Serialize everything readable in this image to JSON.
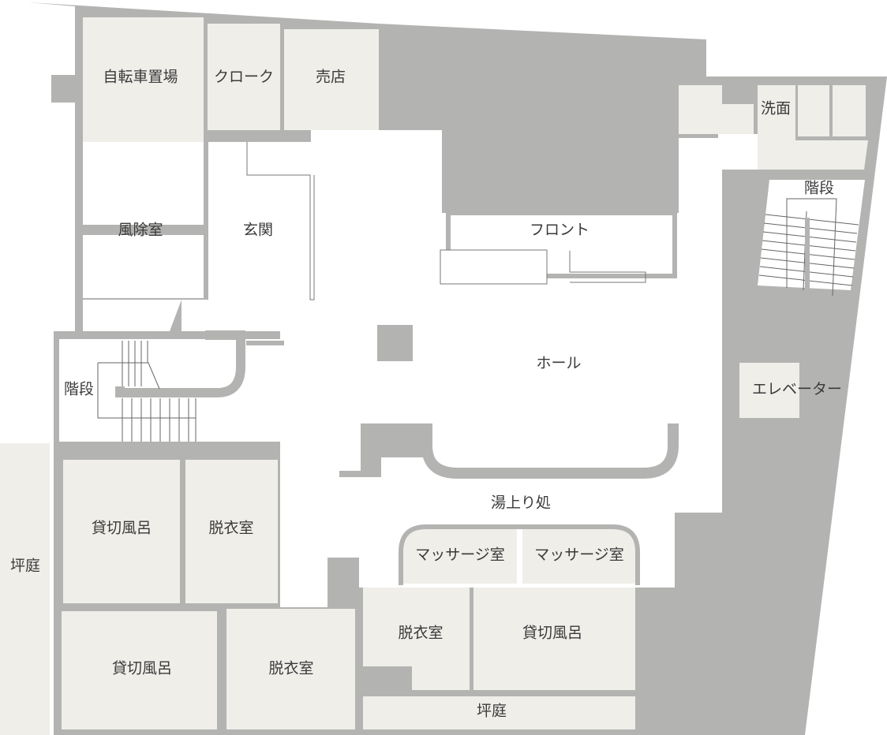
{
  "colors": {
    "wall": "#b3b3b2",
    "room": "#efeee9",
    "open": "#ffffff",
    "line": "#555555"
  },
  "rooms": {
    "bicycle_parking": "自転車置場",
    "cloak": "クローク",
    "shop": "売店",
    "washroom": "洗面",
    "stairs_right": "階段",
    "windbreak_room": "風除室",
    "entrance": "玄関",
    "front_desk": "フロント",
    "hall": "ホール",
    "elevator": "エレベーター",
    "stairs_left": "階段",
    "lounge": "湯上り処",
    "massage_room_1": "マッサージ室",
    "massage_room_2": "マッサージ室",
    "private_bath_1": "貸切風呂",
    "changing_room_1": "脱衣室",
    "private_bath_2": "貸切風呂",
    "changing_room_2": "脱衣室",
    "changing_room_3": "脱衣室",
    "private_bath_3": "貸切風呂",
    "courtyard_left": "坪庭",
    "courtyard_bottom": "坪庭"
  }
}
